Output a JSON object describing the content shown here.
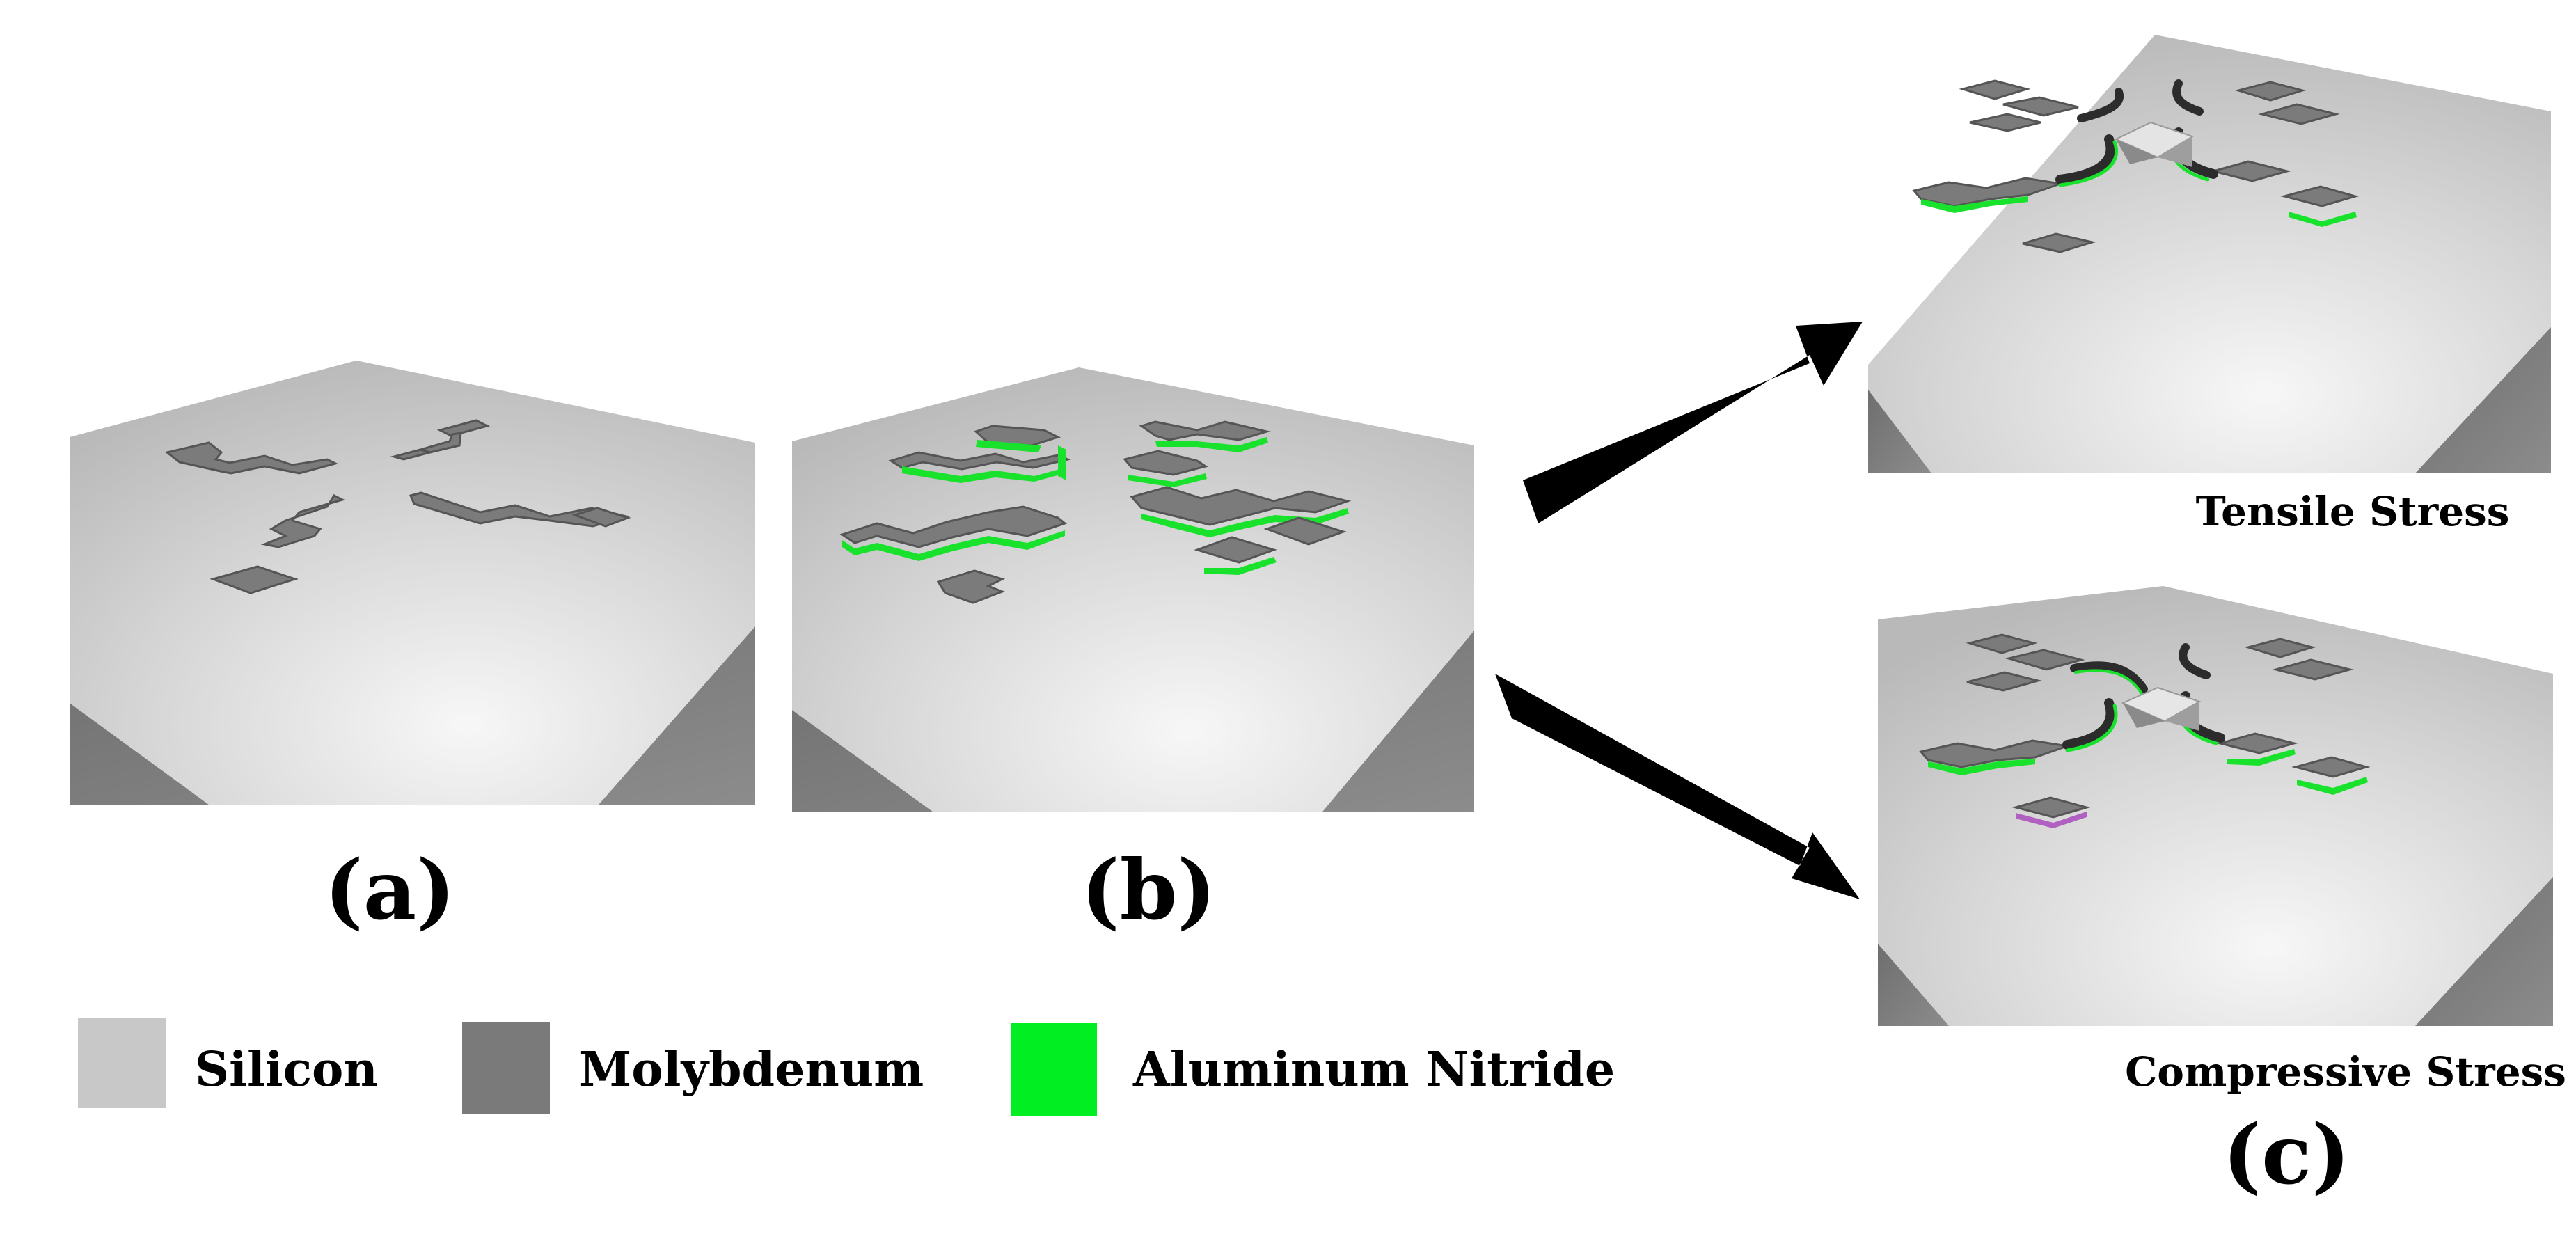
{
  "panels": {
    "a": {
      "label": "(a)"
    },
    "b": {
      "label": "(b)"
    },
    "c": {
      "label": "(c)",
      "tensile_label": "Tensile Stress",
      "compressive_label": "Compressive Stress"
    }
  },
  "legend": [
    {
      "label": "Silicon",
      "color": "#c8c8c8"
    },
    {
      "label": "Molybdenum",
      "color": "#7a7a7a"
    },
    {
      "label": "Aluminum Nitride",
      "color": "#00ee22"
    }
  ],
  "colors": {
    "silicon_top": "#c9c9c9",
    "silicon_side": "#7c7c7c",
    "molybdenum": "#7b7b7b",
    "aluminum_nitride": "#19e22c",
    "arrow": "#000000"
  }
}
